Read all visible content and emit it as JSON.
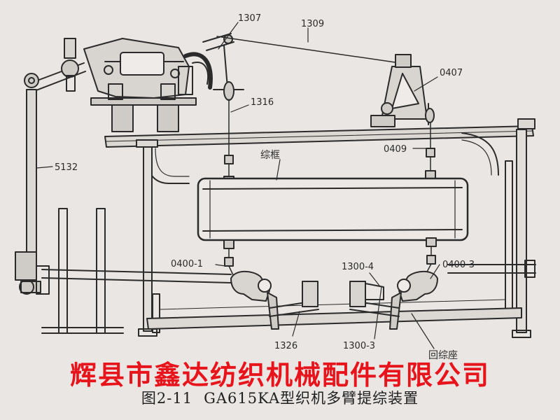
{
  "labels": {
    "l1307": "1307",
    "l1309": "1309",
    "l1316": "1316",
    "l0407": "0407",
    "l0409": "0409",
    "l5132": "5132",
    "frame": "综框",
    "l0400_1": "0400-1",
    "l0400_3": "0400-3",
    "l1300_4": "1300-4",
    "l1300_3": "1300-3",
    "l1326": "1326",
    "return_seat": "回综座"
  },
  "banner": {
    "text": "辉县市鑫达纺织机械配件有限公司",
    "color": "#e8141c"
  },
  "caption": {
    "figure": "图2-11",
    "title": "GA615KA型织机多臂提综装置"
  }
}
